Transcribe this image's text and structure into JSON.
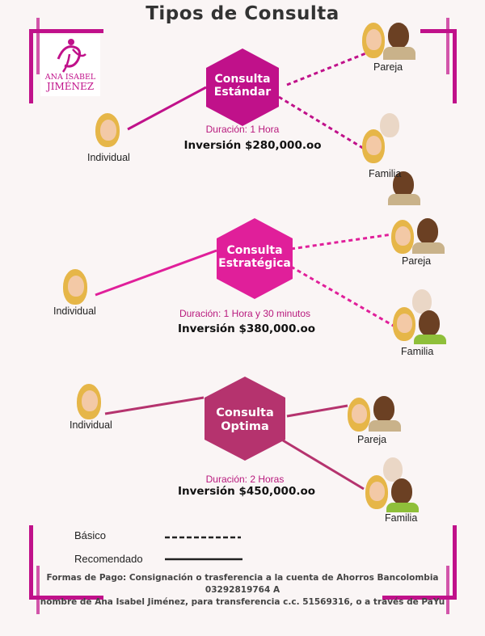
{
  "title": "Tipos de Consulta",
  "logo": {
    "line1": "ANA ISABEL",
    "line2": "JIMÉNEZ"
  },
  "consultas": [
    {
      "name_l1": "Consulta",
      "name_l2": "Estándar",
      "duracion": "Duración: 1 Hora",
      "inversion": "Inversión $280,000.oo",
      "individual": "Individual",
      "pareja": "Pareja",
      "familia": "Familia",
      "color": "#c0118a"
    },
    {
      "name_l1": "Consulta",
      "name_l2": "Estratégica",
      "duracion": "Duración: 1 Hora y 30 minutos",
      "inversion": "Inversión $380,000.oo",
      "individual": "Individual",
      "pareja": "Pareja",
      "familia": "Familia",
      "color": "#e01f9a"
    },
    {
      "name_l1": "Consulta",
      "name_l2": "Optima",
      "duracion": "Duración: 2 Horas",
      "inversion": "Inversión $450,000.oo",
      "individual": "Individual",
      "pareja": "Pareja",
      "familia": "Familia",
      "color": "#b5336e"
    }
  ],
  "legend": {
    "basico": "Básico",
    "recomendado": "Recomendado"
  },
  "payment": {
    "line1": "Formas de Pago: Consignación o trasferencia a  la cuenta de Ahorros    Bancolombia 03292819764 A",
    "line2": "nombre de Ana Isabel Jiménez, para transferencia c.c. 51569316, o a través de PaYu"
  },
  "colors": {
    "magenta": "#c0118a",
    "pink": "#e01f9a",
    "plum": "#b5336e",
    "duration": "#b8197d"
  }
}
